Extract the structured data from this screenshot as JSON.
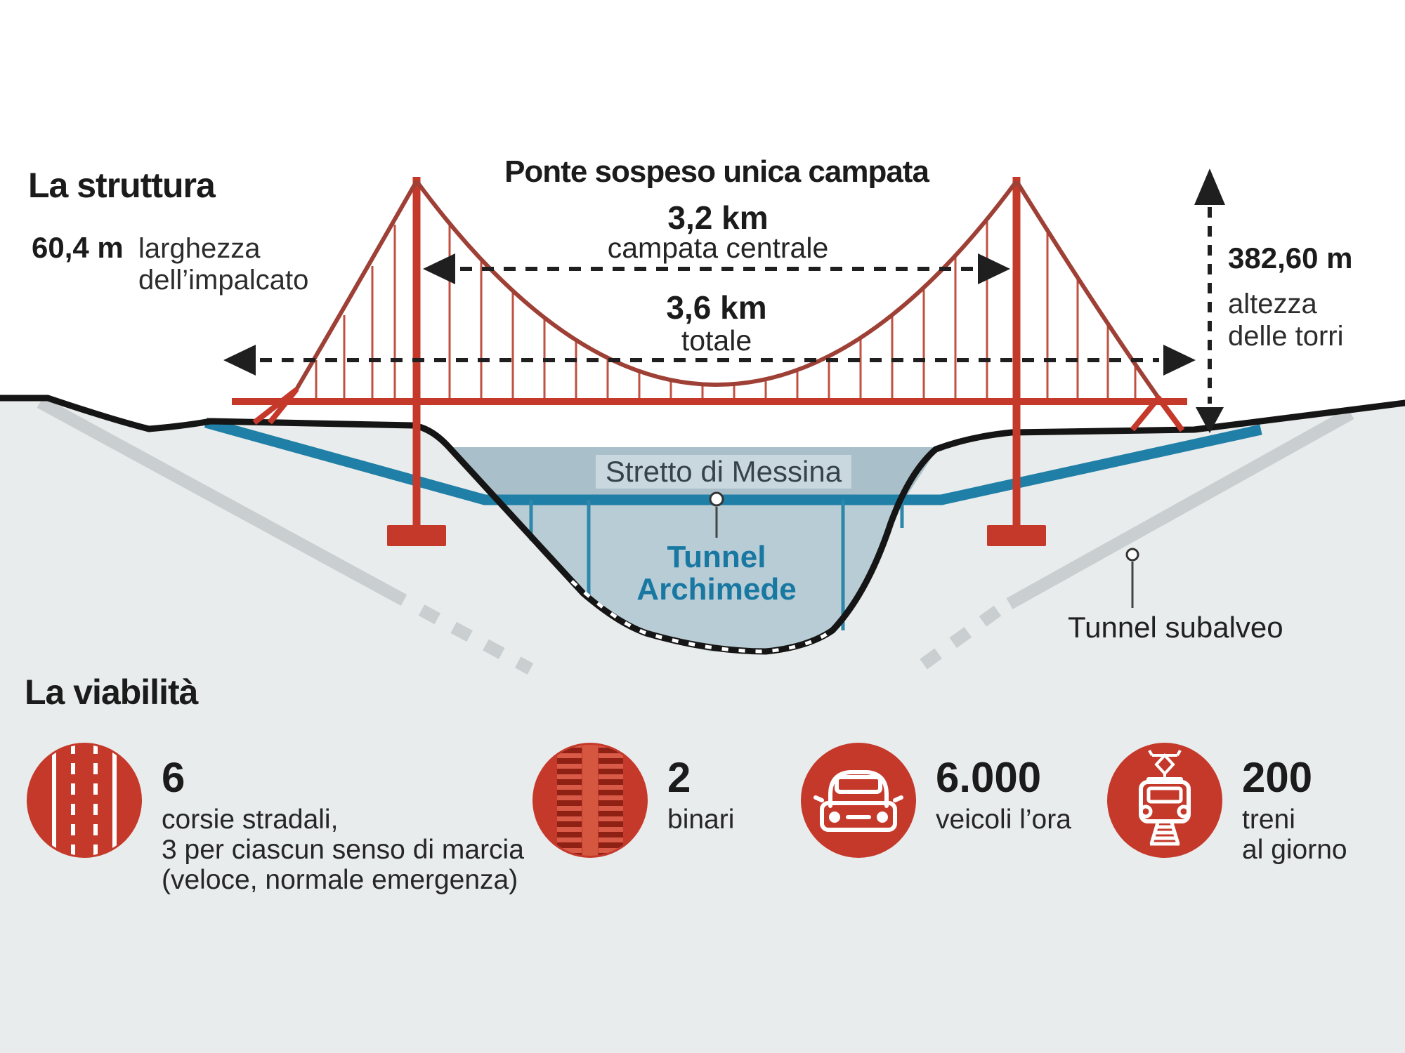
{
  "palette": {
    "accent_red": "#c5392b",
    "cable_red": "#9e4036",
    "teal": "#1f7fa6",
    "water_surface": "#a9bfca",
    "water_deep": "#b8ccd5",
    "land_gray": "#e9ecec",
    "tunnel_gray_line": "#c9ced0",
    "ink": "#1b1b1b"
  },
  "structure": {
    "heading": "La struttura",
    "deck_width_value": "60,4 m",
    "deck_width_label_1": "larghezza",
    "deck_width_label_2": "dell’impalcato",
    "bridge_type": "Ponte sospeso unica campata",
    "central_span_value": "3,2 km",
    "central_span_label": "campata centrale",
    "total_value": "3,6 km",
    "total_label": "totale",
    "tower_height_value": "382,60 m",
    "tower_height_label_1": "altezza",
    "tower_height_label_2": "delle torri",
    "strait_label": "Stretto di Messina",
    "tunnel_archimede_line_1": "Tunnel",
    "tunnel_archimede_line_2": "Archimede",
    "tunnel_subalveo_label": "Tunnel subalveo"
  },
  "viability": {
    "heading": "La viabilità",
    "stats": [
      {
        "icon": "road-lanes-icon",
        "number": "6",
        "caption_1": "corsie stradali,",
        "caption_2": "3 per ciascun senso di marcia",
        "caption_3": "(veloce, normale emergenza)"
      },
      {
        "icon": "rail-tracks-icon",
        "number": "2",
        "caption_1": "binari"
      },
      {
        "icon": "car-icon",
        "number": "6.000",
        "caption_1": "veicoli l’ora"
      },
      {
        "icon": "train-icon",
        "number": "200",
        "caption_1": "treni",
        "caption_2": "al giorno"
      }
    ]
  }
}
